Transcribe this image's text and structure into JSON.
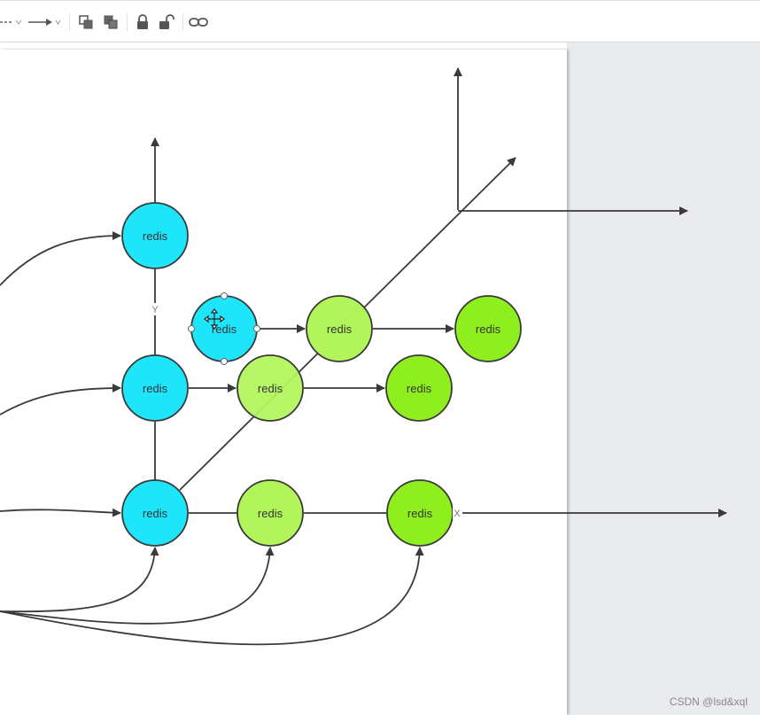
{
  "toolbar": {
    "items": [
      {
        "name": "line-style-dropdown",
        "icon": "line-dash-icon"
      },
      {
        "name": "arrow-style-dropdown",
        "icon": "arrow-right-icon"
      },
      {
        "name": "bring-to-front-button",
        "icon": "bring-front-icon"
      },
      {
        "name": "send-to-back-button",
        "icon": "send-back-icon"
      },
      {
        "name": "lock-button",
        "icon": "lock-icon"
      },
      {
        "name": "unlock-button",
        "icon": "unlock-icon"
      },
      {
        "name": "link-button",
        "icon": "link-icon"
      }
    ]
  },
  "diagram": {
    "node_label": "redis",
    "axis_labels": {
      "y": "Y",
      "x": "X"
    },
    "colors": {
      "cyan": "#1fe5fb",
      "light_green": "#b2f55a",
      "green": "#8fee1e",
      "stroke": "#3a3a3a"
    },
    "nodes": [
      {
        "id": "n1",
        "label": "redis",
        "fill": "cyan"
      },
      {
        "id": "n2",
        "label": "redis",
        "fill": "cyan",
        "selected": true
      },
      {
        "id": "n3",
        "label": "redis",
        "fill": "light_green"
      },
      {
        "id": "n4",
        "label": "redis",
        "fill": "green"
      },
      {
        "id": "n5",
        "label": "redis",
        "fill": "cyan"
      },
      {
        "id": "n6",
        "label": "redis",
        "fill": "light_green"
      },
      {
        "id": "n7",
        "label": "redis",
        "fill": "green"
      },
      {
        "id": "n8",
        "label": "redis",
        "fill": "cyan"
      },
      {
        "id": "n9",
        "label": "redis",
        "fill": "light_green"
      },
      {
        "id": "n10",
        "label": "redis",
        "fill": "green"
      }
    ]
  },
  "watermark": "CSDN @lsd&xql"
}
